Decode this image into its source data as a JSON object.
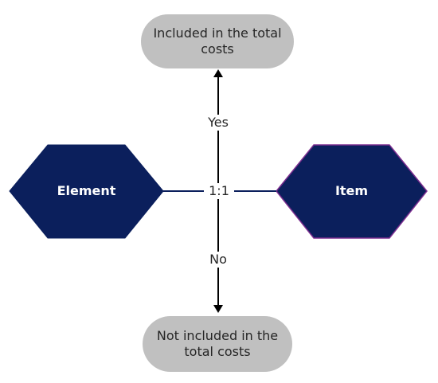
{
  "diagram": {
    "top_node": {
      "label": "Included in the total costs"
    },
    "bottom_node": {
      "label": "Not included in the total costs"
    },
    "left_node": {
      "label": "Element"
    },
    "right_node": {
      "label": "Item"
    },
    "edge_yes": {
      "label": "Yes"
    },
    "edge_no": {
      "label": "No"
    },
    "edge_relation": {
      "label": "1:1"
    }
  },
  "colors": {
    "hexagon_fill": "#0b1f5c",
    "right_hexagon_border": "#7b2d8f",
    "pill_fill": "#c0c0c0",
    "connector": "#000000",
    "relation_line": "#0b1f5c",
    "text_dark": "#262626",
    "text_light": "#ffffff"
  }
}
